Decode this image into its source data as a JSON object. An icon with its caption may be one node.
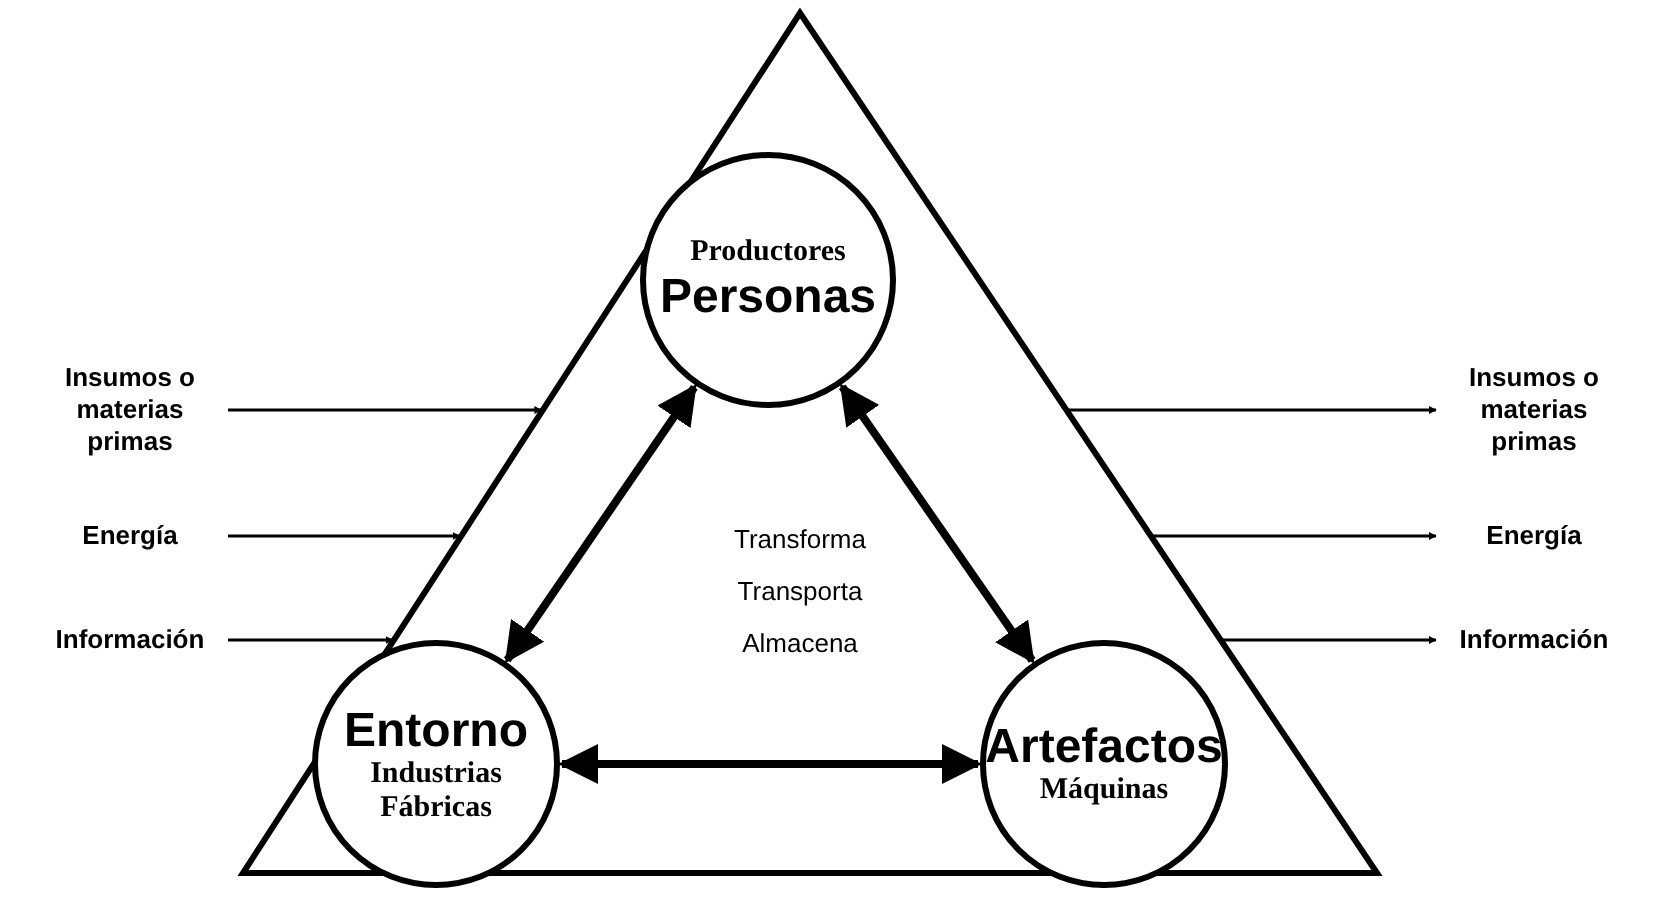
{
  "diagram": {
    "nodes": [
      {
        "text": [
          "Transforma Transporta Almacena"
        ]
      },
      {
        "text": [
          "Productores",
          "Personas"
        ],
        "in": 0
      },
      {
        "text": [
          "Entorno",
          "Industrias Fábricas"
        ],
        "in": 0
      },
      {
        "text": [
          "Artefactos",
          "Máquinas"
        ],
        "in": 0
      },
      {
        "text": [
          "Insumos o materias primas"
        ]
      },
      {
        "text": [
          "Energía"
        ]
      },
      {
        "text": [
          "Información"
        ]
      },
      {
        "text": [
          "Insumos o materias primas"
        ]
      },
      {
        "text": [
          "Energía"
        ]
      },
      {
        "text": [
          "Información"
        ]
      }
    ],
    "edges": [
      {
        "from": 1,
        "to": 2,
        "arrow": "both",
        "style": "thick"
      },
      {
        "from": 1,
        "to": 3,
        "arrow": "both",
        "style": "thick"
      },
      {
        "from": 2,
        "to": 3,
        "arrow": "both",
        "style": "thick"
      },
      {
        "from": 4,
        "to": 0,
        "arrow": "to"
      },
      {
        "from": 5,
        "to": 0,
        "arrow": "to"
      },
      {
        "from": 6,
        "to": 0,
        "arrow": "to"
      },
      {
        "from": 0,
        "to": 7,
        "arrow": "to"
      },
      {
        "from": 0,
        "to": 8,
        "arrow": "to"
      },
      {
        "from": 0,
        "to": 9,
        "arrow": "to"
      }
    ]
  }
}
